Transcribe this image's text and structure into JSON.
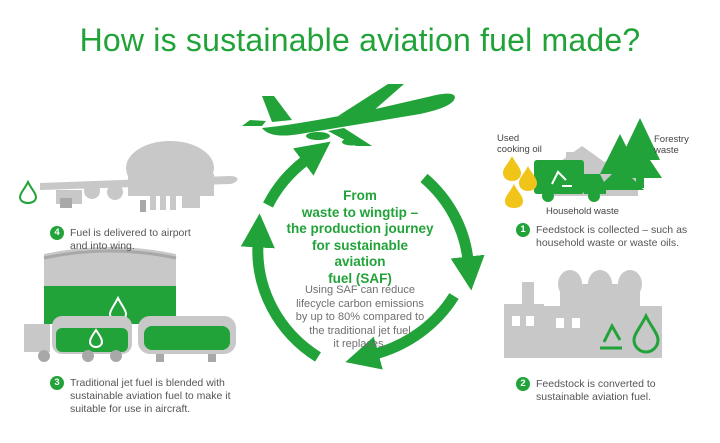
{
  "title": "How is sustainable aviation fuel made?",
  "center": {
    "heading_lines": [
      "From",
      "waste to wingtip –",
      "the production journey",
      "for sustainable aviation",
      "fuel (SAF)"
    ],
    "body_lines": [
      "Using SAF can reduce",
      "lifecycle carbon emissions",
      "by up to 80% compared to",
      "the traditional jet fuel",
      "it replaces."
    ]
  },
  "steps": [
    {
      "number": "1",
      "lines": [
        "Feedstock is collected – such as",
        "household waste or waste oils."
      ]
    },
    {
      "number": "2",
      "lines": [
        "Feedstock is converted to",
        "sustainable aviation fuel."
      ]
    },
    {
      "number": "3",
      "lines": [
        "Traditional jet fuel is blended with",
        "sustainable aviation fuel to make it",
        "suitable for use in aircraft."
      ]
    },
    {
      "number": "4",
      "lines": [
        "Fuel is delivered to airport",
        "and into wing."
      ]
    }
  ],
  "feedstock_labels": {
    "used_cooking_oil": [
      "Used",
      "cooking oil"
    ],
    "forestry_waste": [
      "Forestry",
      "waste"
    ],
    "household_waste": "Household waste"
  },
  "colors": {
    "brand_green": "#21a339",
    "grey": "#c8c8c8",
    "dark_grey": "#a8a8a8",
    "oil_yellow": "#f0c419"
  },
  "icons": [
    "airplane-icon",
    "recycle-icon",
    "fuel-drop-icon",
    "garbage-truck-icon",
    "tree-icon",
    "house-icon",
    "factory-icon",
    "tanker-truck-icon",
    "storage-tank-icon"
  ]
}
